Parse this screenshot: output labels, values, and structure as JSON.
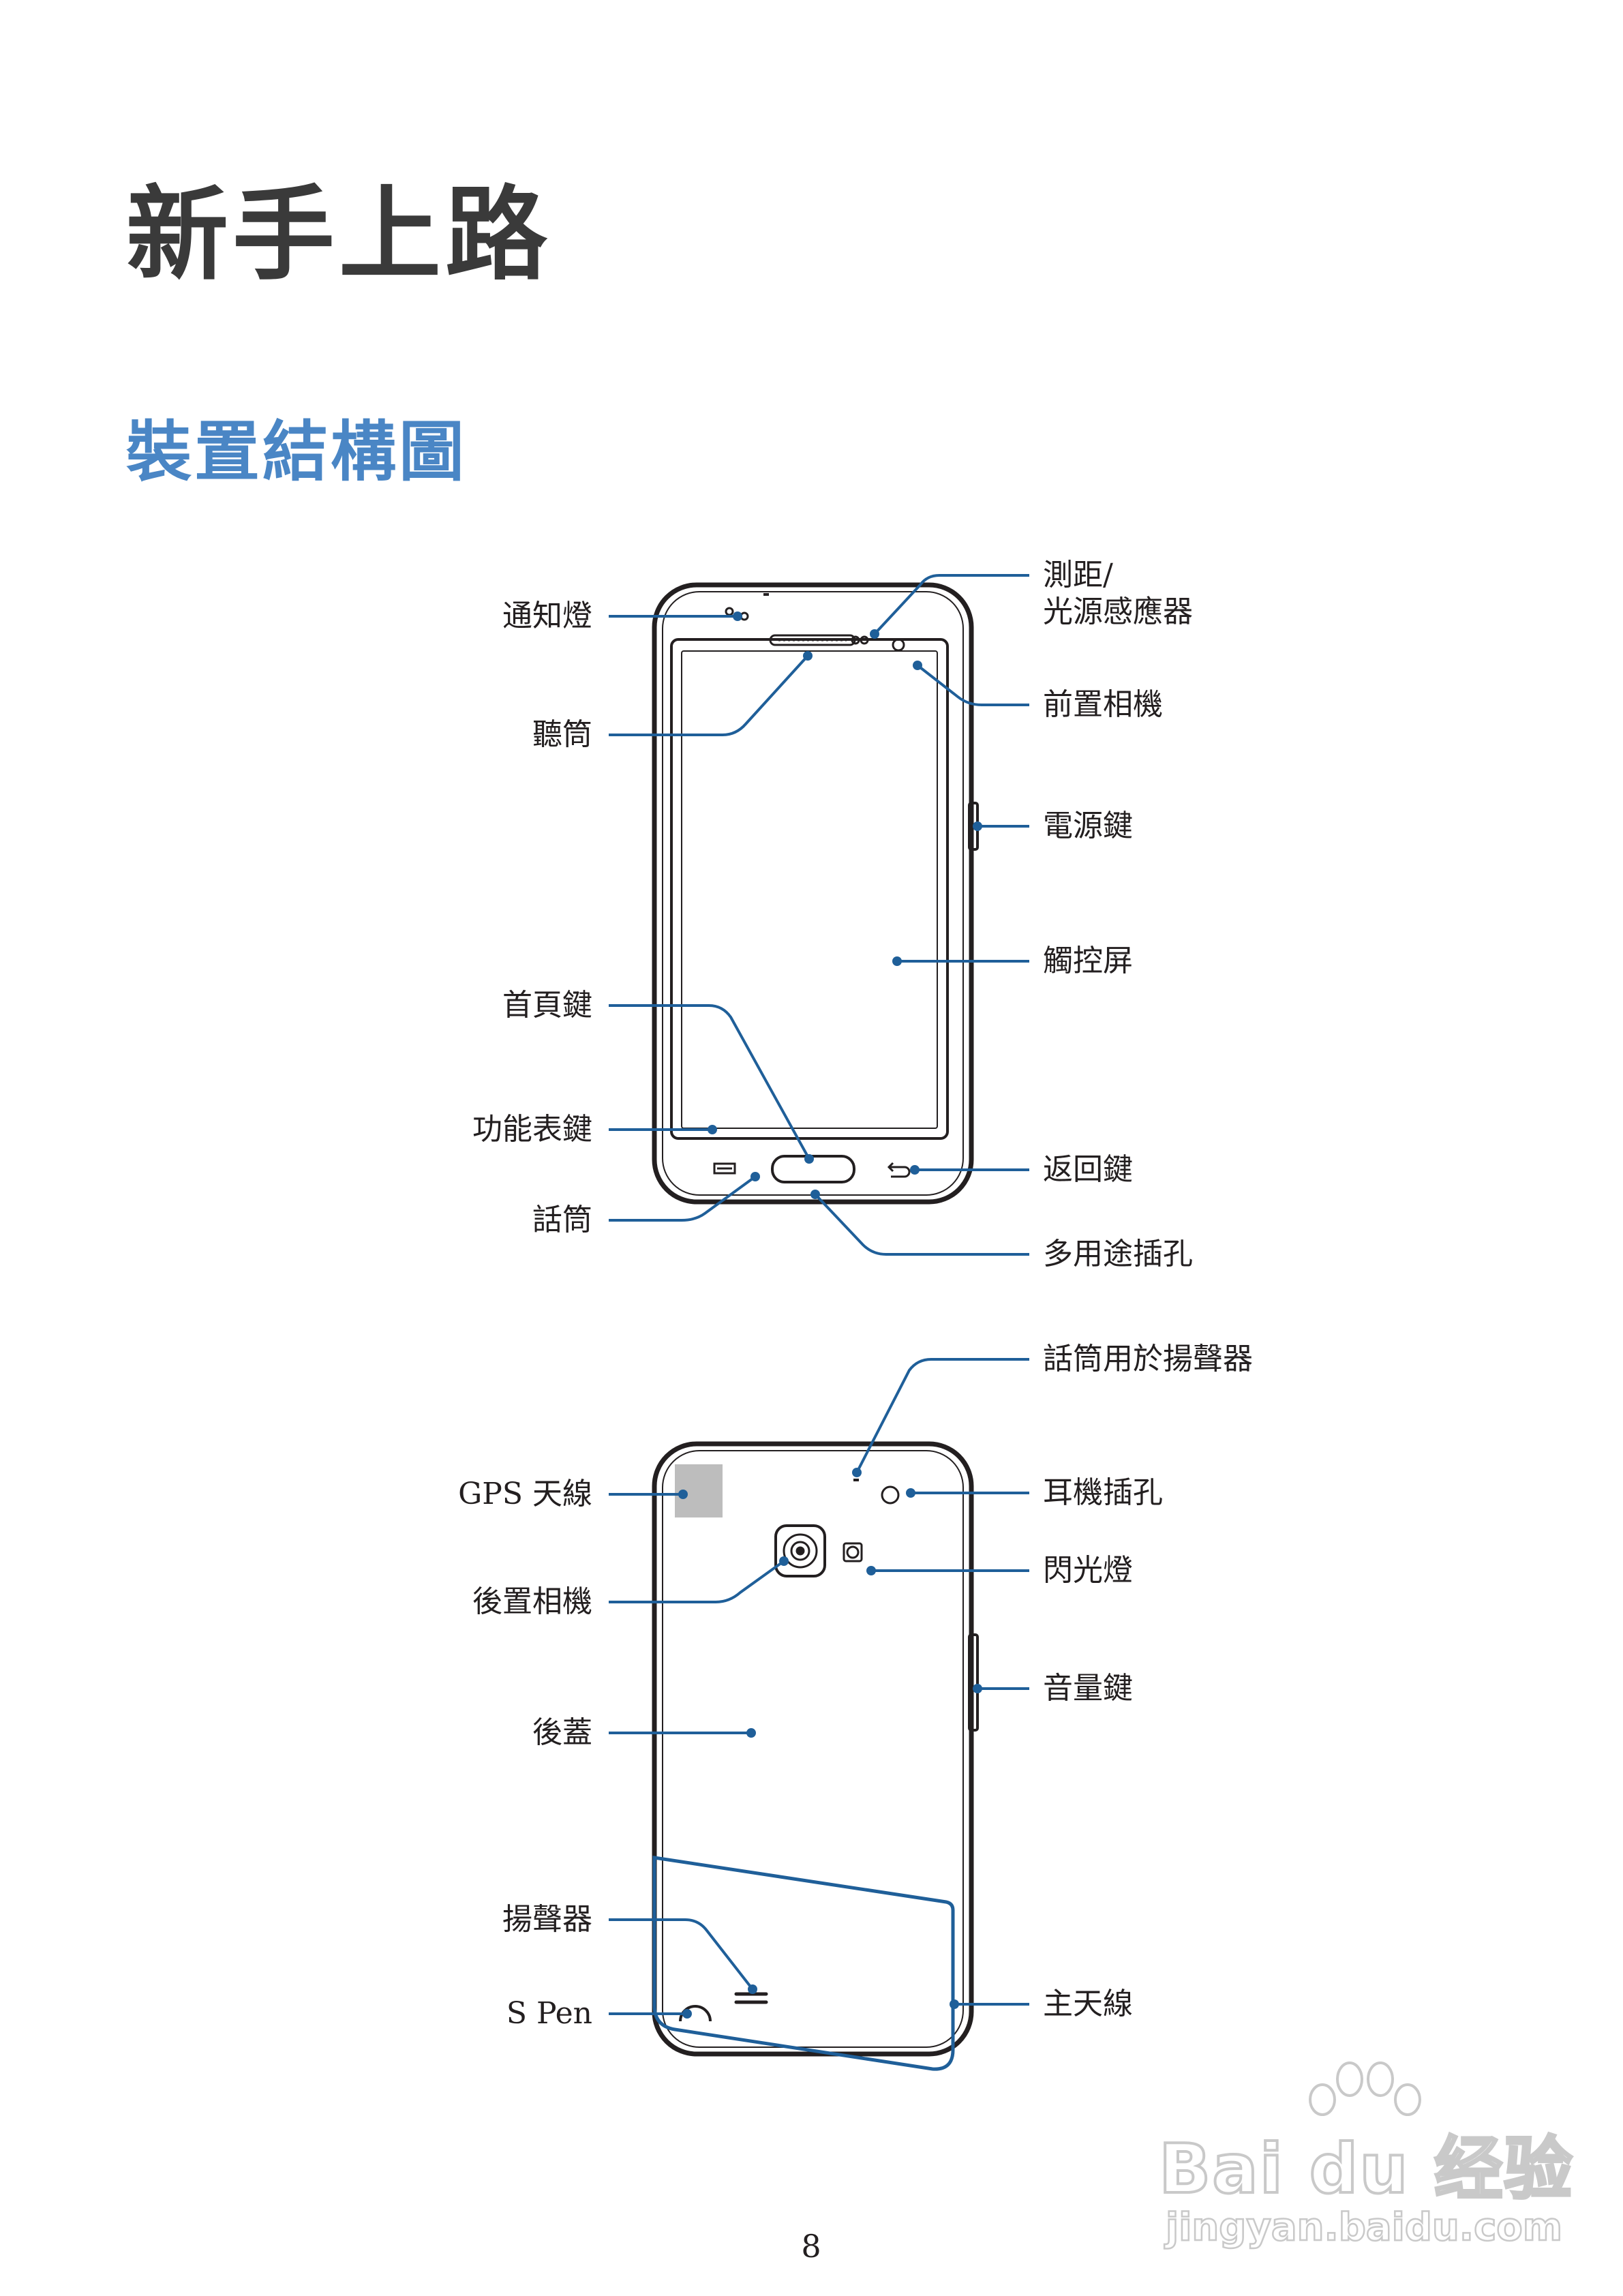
{
  "chapter_title": "新手上路",
  "section_title": "裝置結構圖",
  "front_labels": {
    "notification_light": "通知燈",
    "earpiece": "聽筒",
    "home_key": "首頁鍵",
    "menu_key": "功能表鍵",
    "microphone": "話筒",
    "proximity_sensor": "測距/\n光源感應器",
    "front_camera": "前置相機",
    "power_key": "電源鍵",
    "touch_screen": "觸控屏",
    "back_key": "返回鍵",
    "multipurpose_jack": "多用途插孔"
  },
  "rear_labels": {
    "gps_antenna": "GPS 天線",
    "rear_camera": "後置相機",
    "back_cover": "後蓋",
    "speaker": "揚聲器",
    "s_pen": "S Pen",
    "speakerphone_mic": "話筒用於揚聲器",
    "headset_jack": "耳機插孔",
    "flash": "閃光燈",
    "volume_key": "音量鍵",
    "main_antenna": "主天線"
  },
  "colors": {
    "leader_line": "#1f5f99",
    "title_accent": "#4a86c5",
    "outline": "#231f20"
  },
  "page_number": "8",
  "watermark": {
    "brand": "Bai du 经验",
    "url": "jingyan.baidu.com"
  }
}
